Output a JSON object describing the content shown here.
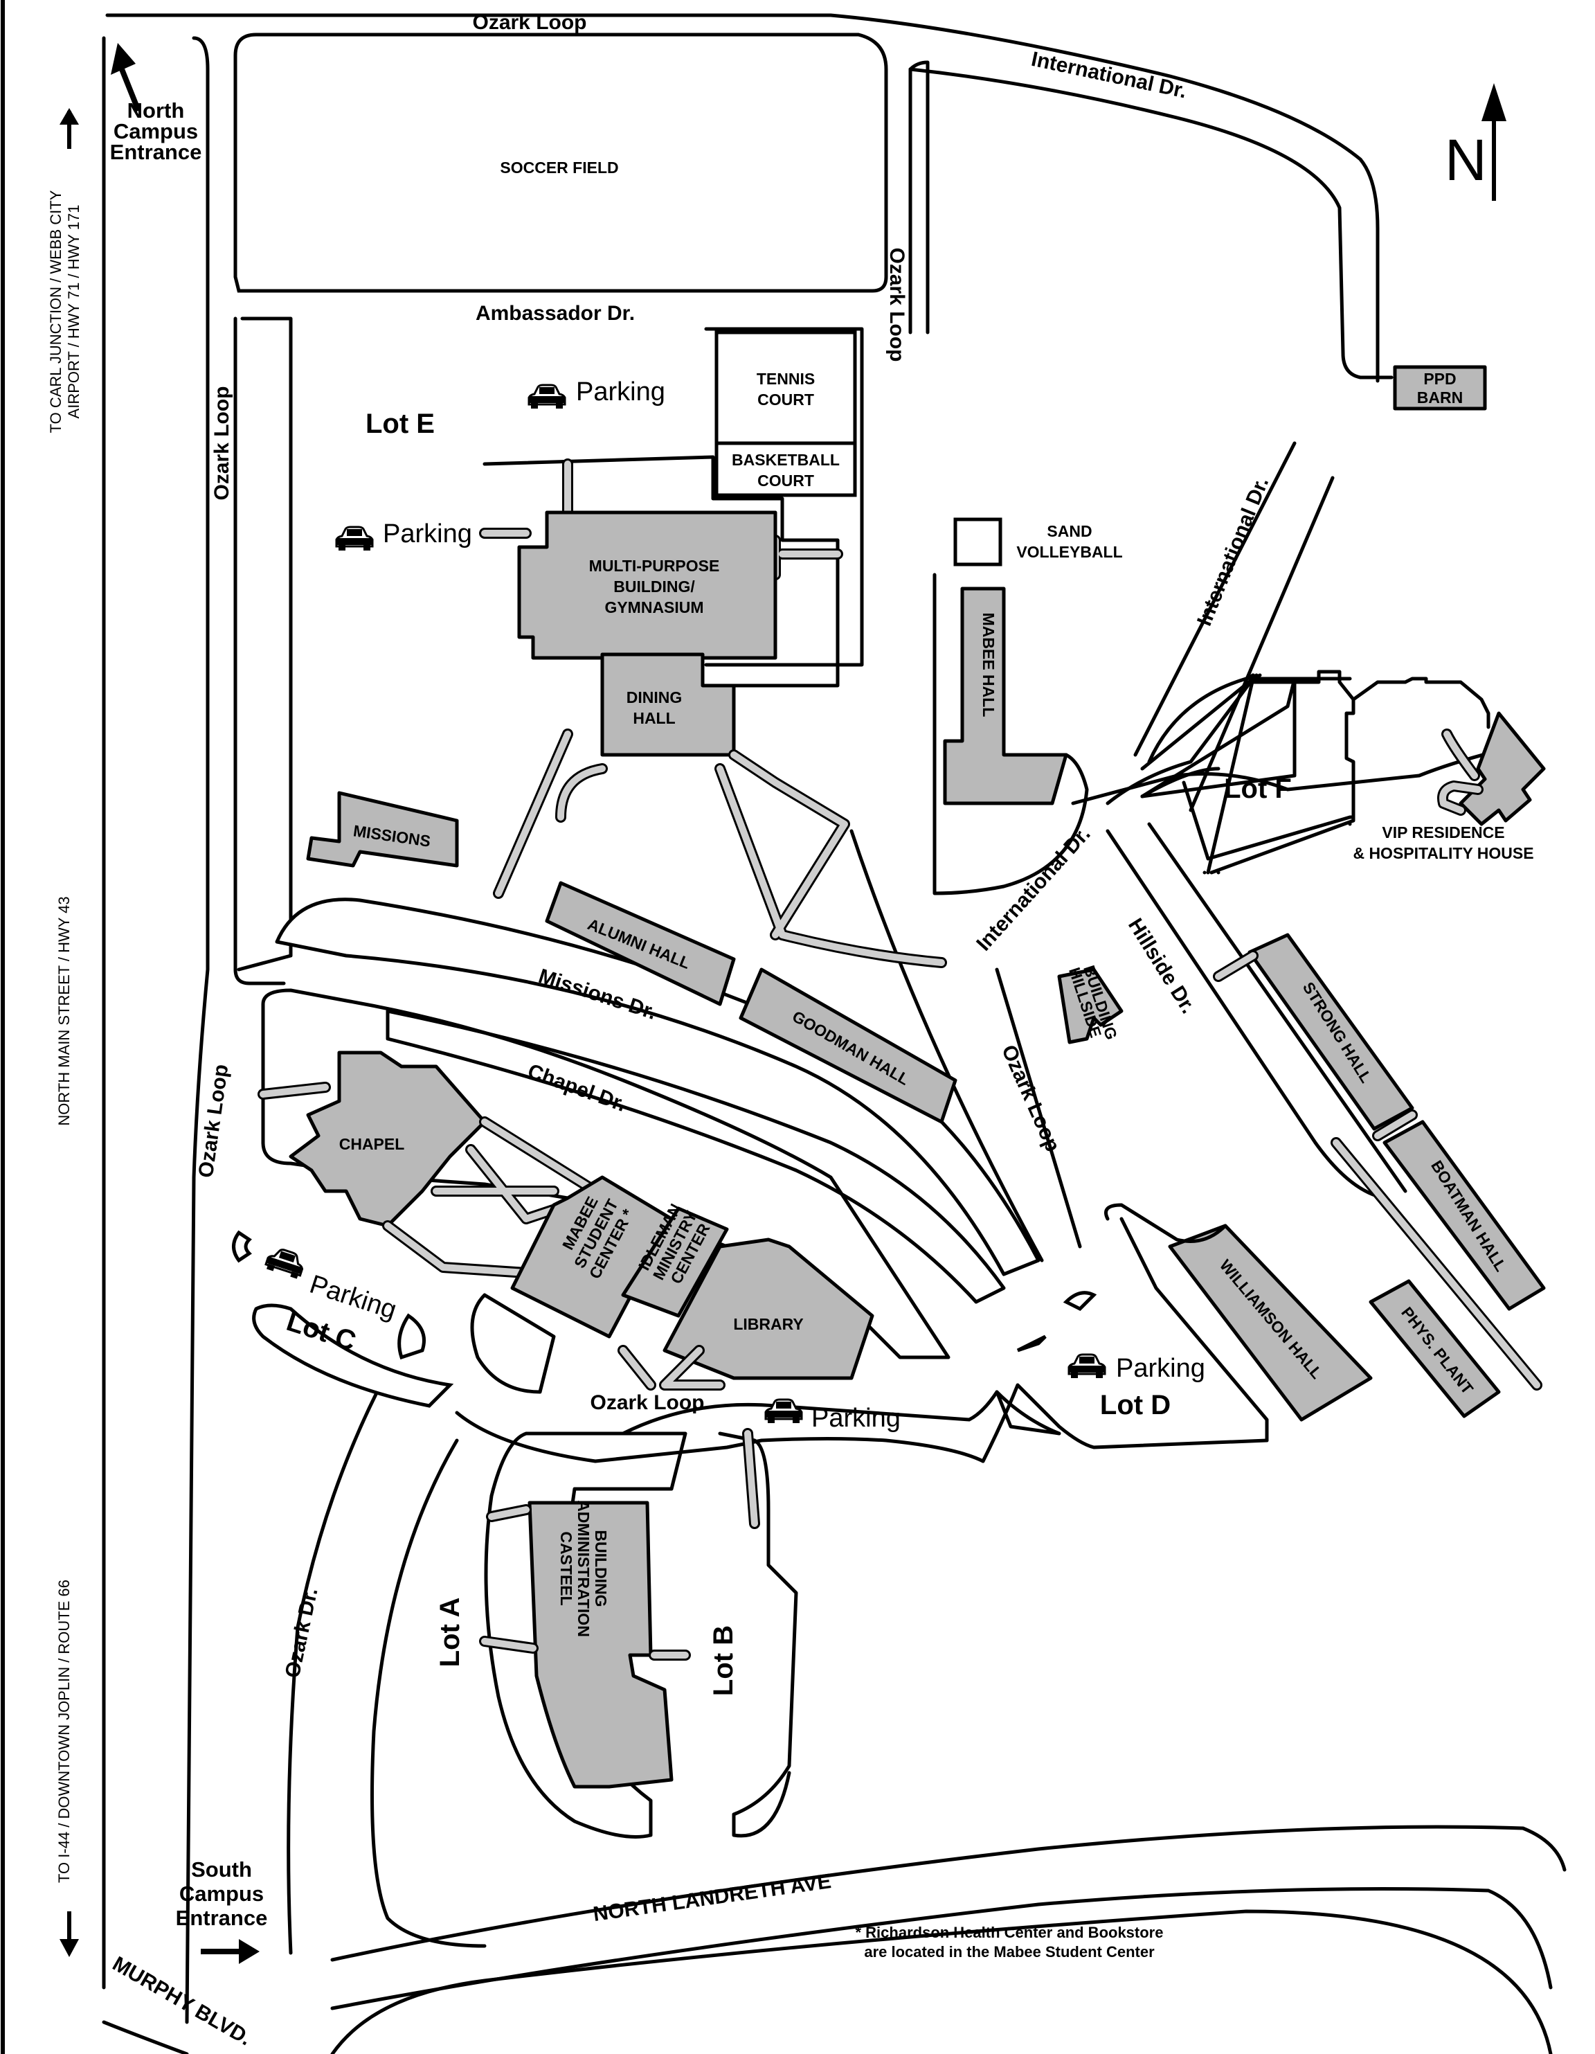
{
  "side_labels": {
    "north_route": [
      "TO CARL JUNCTION / WEBB CITY",
      "AIRPORT / HWY 71 / HWY 171"
    ],
    "main_street": "NORTH MAIN STREET / HWY 43",
    "south_route": "TO I-44 / DOWNTOWN JOPLIN / ROUTE 66"
  },
  "entrances": {
    "north": [
      "North",
      "Campus",
      "Entrance"
    ],
    "south": [
      "South",
      "Campus",
      "Entrance"
    ]
  },
  "compass": "N",
  "roads": {
    "ozark_loop": "Ozark Loop",
    "international_dr": "International Dr.",
    "ambassador_dr": "Ambassador Dr.",
    "missions_dr": "Missions Dr.",
    "chapel_dr": "Chapel Dr.",
    "hillside_dr": "Hillside Dr.",
    "ozark_dr": "Ozark Dr.",
    "north_landreth": "NORTH LANDRETH AVE",
    "murphy_blvd": "MURPHY BLVD."
  },
  "buildings": {
    "soccer_field": "SOCCER FIELD",
    "tennis_court": [
      "TENNIS",
      "COURT"
    ],
    "basketball_court": [
      "BASKETBALL",
      "COURT"
    ],
    "sand_volleyball": [
      "SAND",
      "VOLLEYBALL"
    ],
    "ppd_barn": [
      "PPD",
      "BARN"
    ],
    "gym": [
      "MULTI-PURPOSE",
      "BUILDING/",
      "GYMNASIUM"
    ],
    "dining_hall": [
      "DINING",
      "HALL"
    ],
    "mabee_hall": "MABEE HALL",
    "missions": "MISSIONS",
    "alumni_hall": "ALUMNI HALL",
    "goodman_hall": "GOODMAN HALL",
    "hillside_building": [
      "HILLSIDE",
      "BUILDING"
    ],
    "strong_hall": "STRONG HALL",
    "boatman_hall": "BOATMAN HALL",
    "vip_residence": [
      "VIP RESIDENCE",
      "& HOSPITALITY HOUSE"
    ],
    "chapel": "CHAPEL",
    "mabee_student_center": [
      "MABEE",
      "STUDENT",
      "CENTER *"
    ],
    "ideleman_ministry": [
      "IDLEMAN",
      "MINISTRY",
      "CENTER"
    ],
    "library": "LIBRARY",
    "williamson_hall": "WILLIAMSON HALL",
    "phys_plant": "PHYS. PLANT",
    "casteel": [
      "CASTEEL",
      "ADMINISTRATION",
      "BUILDING"
    ]
  },
  "lots": {
    "lot_a": "Lot A",
    "lot_b": "Lot B",
    "lot_c": "Lot C",
    "lot_d": "Lot D",
    "lot_e": "Lot E",
    "lot_f": "Lot F"
  },
  "parking_label": "Parking",
  "footnote": [
    "* Richardson Health Center and Bookstore",
    "are located in the Mabee Student Center"
  ],
  "colors": {
    "building_fill": "#b9b9b9",
    "walkway_fill": "#cfcfcf",
    "line": "#000000",
    "background": "#ffffff"
  }
}
